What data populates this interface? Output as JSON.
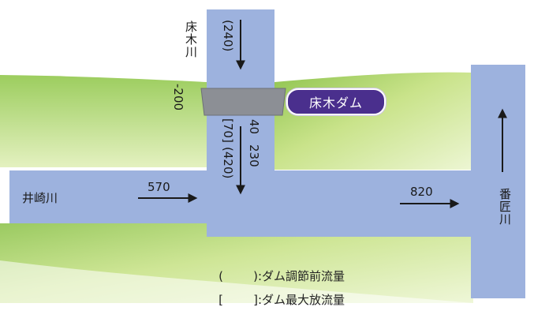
{
  "rivers": {
    "tokoki": "床木川",
    "isaki": "井崎川",
    "banjo": "番匠川"
  },
  "dam": {
    "name": "床木ダム"
  },
  "flows": {
    "tokoki_inflow_before_dam": "(240)",
    "dam_cut": "-200",
    "below_dam": "40",
    "dam_max_release": "[70]",
    "downstream_value": "230",
    "downstream_before_dam": "(420)",
    "isaki_flow": "570",
    "banjo_flow": "820"
  },
  "legend": {
    "parentheses_mark": "(        )",
    "parentheses_text": ":ダム調節前流量",
    "brackets_mark": "[        ]",
    "brackets_text": ":ダム最大放流量"
  },
  "colors": {
    "river_fill": "#9db2de",
    "green_light": "#d6ec9a",
    "green_dark": "#8cc152",
    "dam_gray": "#8c8f95",
    "badge_purple": "#4a2f8d"
  }
}
